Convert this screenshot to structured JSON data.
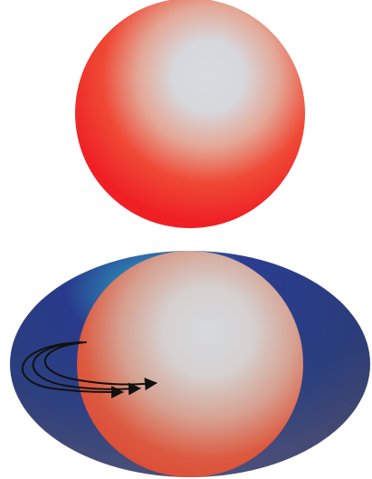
{
  "diagram": {
    "elements": [
      {
        "name": "top-sphere",
        "kind": "sphere",
        "colors": {
          "highlight": "#d8dbe0",
          "mid": "#e4a796",
          "edge": "#ef1f24"
        }
      },
      {
        "name": "bottom-ellipse-disk",
        "kind": "ellipse",
        "colors": {
          "base": "#2b3e93",
          "edge": "#4a507c",
          "accent": "#2aaec9"
        }
      },
      {
        "name": "bottom-sphere",
        "kind": "sphere",
        "colors": {
          "highlight": "#d6d9dd",
          "mid": "#d6a191",
          "edge": "#dd4a34"
        }
      },
      {
        "name": "curved-arrows",
        "kind": "arrows",
        "count": 3,
        "colors": {
          "stroke": "#111111"
        }
      }
    ]
  }
}
